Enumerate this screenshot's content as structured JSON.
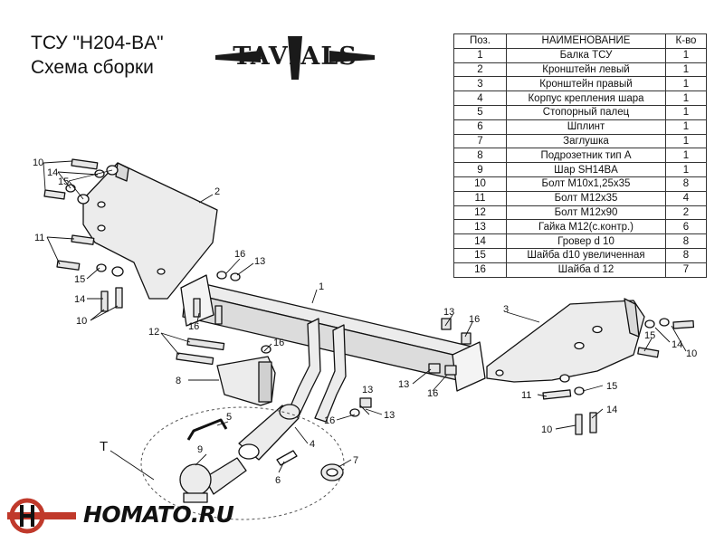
{
  "header": {
    "line1": "ТСУ  \"H204-BA\"",
    "line2": "Схема сборки",
    "brand": "TAVIALS"
  },
  "table": {
    "columns": [
      "Поз.",
      "НАИМЕНОВАНИЕ",
      "К-во"
    ],
    "rows": [
      [
        "1",
        "Балка ТСУ",
        "1"
      ],
      [
        "2",
        "Кронштейн левый",
        "1"
      ],
      [
        "3",
        "Кронштейн правый",
        "1"
      ],
      [
        "4",
        "Корпус крепления шара",
        "1"
      ],
      [
        "5",
        "Стопорный палец",
        "1"
      ],
      [
        "6",
        "Шплинт",
        "1"
      ],
      [
        "7",
        "Заглушка",
        "1"
      ],
      [
        "8",
        "Подрозетник тип А",
        "1"
      ],
      [
        "9",
        "Шар SH14BA",
        "1"
      ],
      [
        "10",
        "Болт М10х1,25х35",
        "8"
      ],
      [
        "11",
        "Болт М12х35",
        "4"
      ],
      [
        "12",
        "Болт М12х90",
        "2"
      ],
      [
        "13",
        "Гайка М12(с.контр.)",
        "6"
      ],
      [
        "14",
        "Гровер d 10",
        "8"
      ],
      [
        "15",
        "Шайба d10 увеличенная",
        "8"
      ],
      [
        "16",
        "Шайба d 12",
        "7"
      ]
    ]
  },
  "callouts": {
    "p1": "1",
    "p2": "2",
    "p3": "3",
    "p4": "4",
    "p5": "5",
    "p6": "6",
    "p7": "7",
    "p8": "8",
    "p9": "9",
    "p10": "10",
    "p11": "11",
    "p12": "12",
    "p13": "13",
    "p14": "14",
    "p15": "15",
    "p16": "16",
    "t": "T"
  },
  "footer": {
    "site": "HOMATO.RU"
  }
}
